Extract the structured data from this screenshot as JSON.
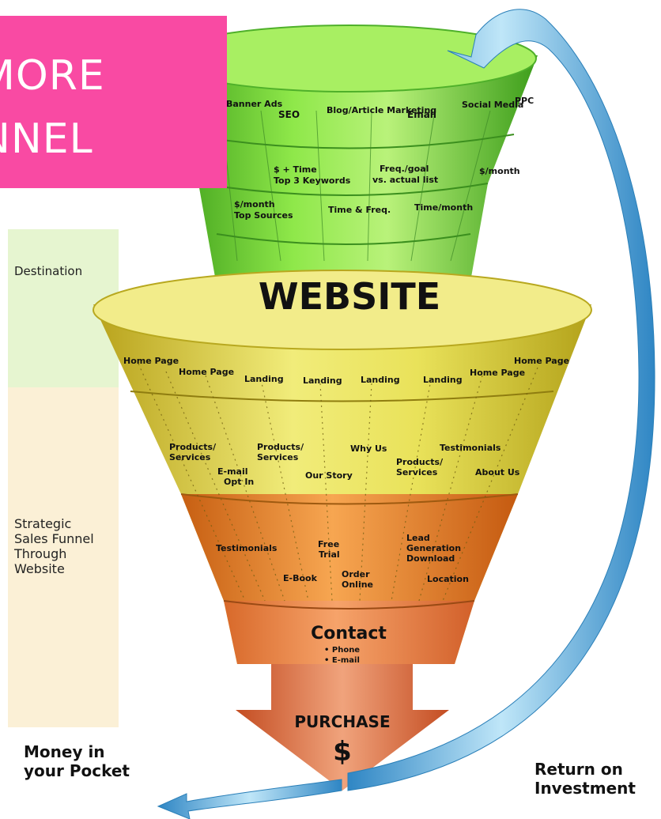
{
  "banner": {
    "line1": "MORE",
    "line2": "NNEL",
    "color": "#f94aa3"
  },
  "side_labels": {
    "destination": "Destination",
    "strategic": [
      "Strategic",
      "Sales Funnel",
      "Through",
      "Website"
    ]
  },
  "top_funnel": {
    "channels": [
      "Banner Ads",
      "SEO",
      "Blog/Article Marketing",
      "Email",
      "Social Media",
      "PPC"
    ],
    "metrics": [
      "$ + Time",
      "Top 3 Keywords",
      "Freq./goal",
      "vs. actual list",
      "$/month",
      "$/month",
      "Top Sources",
      "Time & Freq.",
      "Time/month"
    ],
    "title": "WEBSITE"
  },
  "bottom_funnel": {
    "row1": [
      "Home Page",
      "Home Page",
      "Landing",
      "Landing",
      "Landing",
      "Landing",
      "Home Page",
      "Home Page"
    ],
    "row2": [
      "Products/",
      "Services",
      "Products/",
      "Services",
      "Why Us",
      "Testimonials",
      "E-mail",
      "Opt In",
      "Our Story",
      "Products/",
      "Services",
      "About Us"
    ],
    "row3": [
      "Testimonials",
      "Free",
      "Trial",
      "Lead",
      "Generation",
      "Download",
      "E-Book",
      "Order",
      "Online",
      "Location"
    ],
    "contact": {
      "title": "Contact",
      "items": [
        "• Phone",
        "• E-mail"
      ]
    }
  },
  "purchase": {
    "label": "PURCHASE",
    "symbol": "$"
  },
  "money": [
    "Money in",
    "your Pocket"
  ],
  "roi": [
    "Return on",
    "Investment"
  ],
  "colors": {
    "green": "#7fd835",
    "yellow": "#e7e04c",
    "orange": "#e9792c",
    "arrow": "#cc5a2b",
    "blue": "#46a3d6"
  }
}
